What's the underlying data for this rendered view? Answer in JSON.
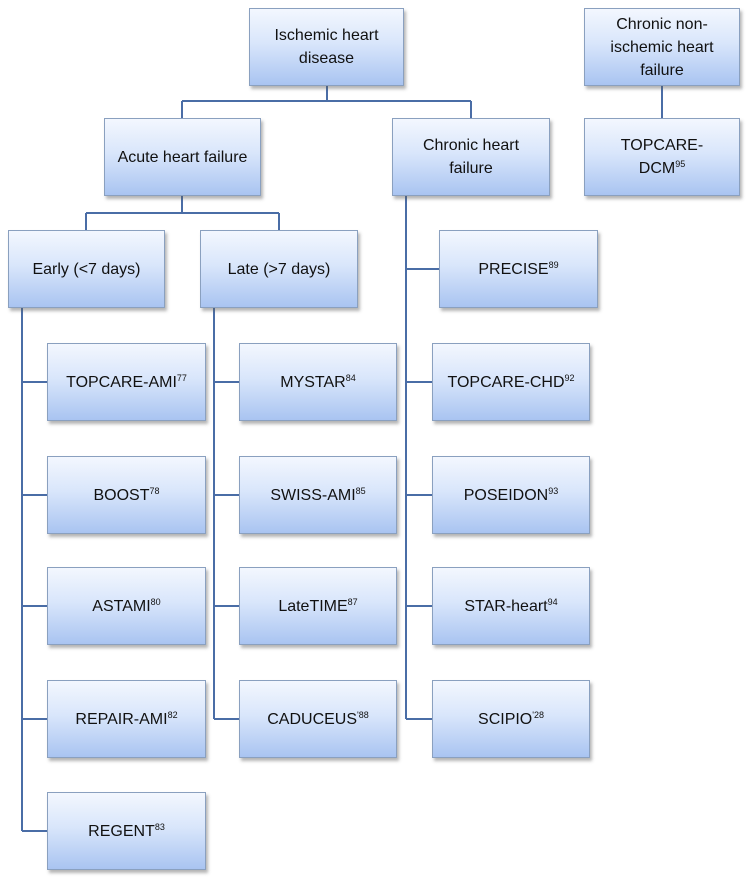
{
  "nodes": {
    "ischemic": {
      "label": "Ischemic heart disease"
    },
    "chronic_nonischemic": {
      "label": "Chronic non-ischemic heart failure"
    },
    "acute_hf": {
      "label": "Acute heart failure"
    },
    "chronic_hf": {
      "label": "Chronic heart failure"
    },
    "topcare_dcm": {
      "label": "TOPCARE-DCM",
      "ref": "95"
    },
    "early": {
      "label": "Early (<7 days)"
    },
    "late": {
      "label": "Late (>7 days)"
    },
    "topcare_ami": {
      "label": "TOPCARE-AMI",
      "ref": "77"
    },
    "boost": {
      "label": "BOOST",
      "ref": "78"
    },
    "astami": {
      "label": "ASTAMI",
      "ref": "80"
    },
    "repair_ami": {
      "label": "REPAIR-AMI",
      "ref": "82"
    },
    "regent": {
      "label": "REGENT",
      "ref": "83"
    },
    "mystar": {
      "label": "MYSTAR",
      "ref": "84"
    },
    "swiss_ami": {
      "label": "SWISS-AMI",
      "ref": "85"
    },
    "latetime": {
      "label": "LateTIME",
      "ref": "87"
    },
    "caduceus": {
      "label": "CADUCEUS",
      "ref": "'88"
    },
    "precise": {
      "label": "PRECISE",
      "ref": "89"
    },
    "topcare_chd": {
      "label": "TOPCARE-CHD",
      "ref": "92"
    },
    "poseidon": {
      "label": "POSEIDON",
      "ref": "93"
    },
    "star_heart": {
      "label": "STAR-heart",
      "ref": "94"
    },
    "scipio": {
      "label": "SCIPIO",
      "ref": "'28"
    }
  },
  "colors": {
    "line": "#4a6da6",
    "box_border": "#8aa0bf",
    "box_top": "#f3f7fe",
    "box_bottom": "#a9c4f1"
  }
}
